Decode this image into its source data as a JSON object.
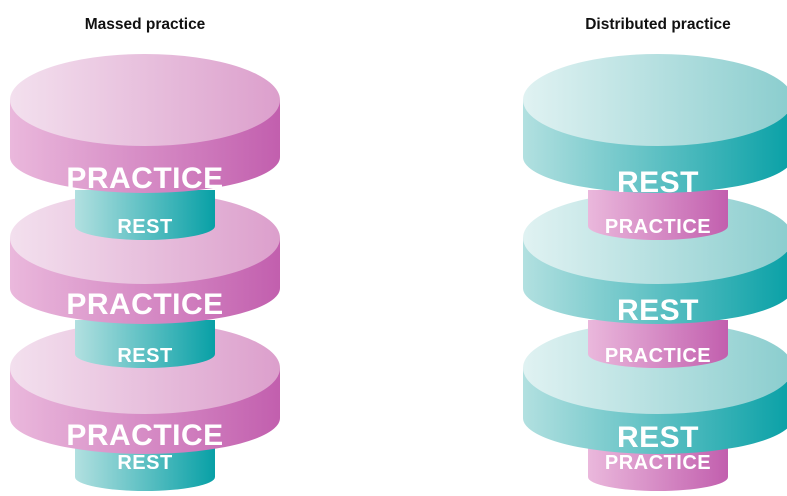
{
  "massed": {
    "title": "Massed practice",
    "big_labels": [
      "PRACTICE",
      "PRACTICE",
      "PRACTICE"
    ],
    "small_labels": [
      "REST",
      "REST",
      "REST"
    ]
  },
  "distributed": {
    "title": "Distributed practice",
    "big_labels": [
      "REST",
      "REST",
      "REST"
    ],
    "small_labels": [
      "PRACTICE",
      "PRACTICE",
      "PRACTICE"
    ]
  },
  "colors": {
    "pink_top_light": "#f2dcec",
    "pink_top_dark": "#dfa3cf",
    "pink_side_light": "#eab2da",
    "pink_side_dark": "#c25fae",
    "teal_top_light": "#dcf0f0",
    "teal_top_dark": "#8fcfd0",
    "teal_side_light": "#a6dcdd",
    "teal_side_dark": "#0aa1a7"
  }
}
